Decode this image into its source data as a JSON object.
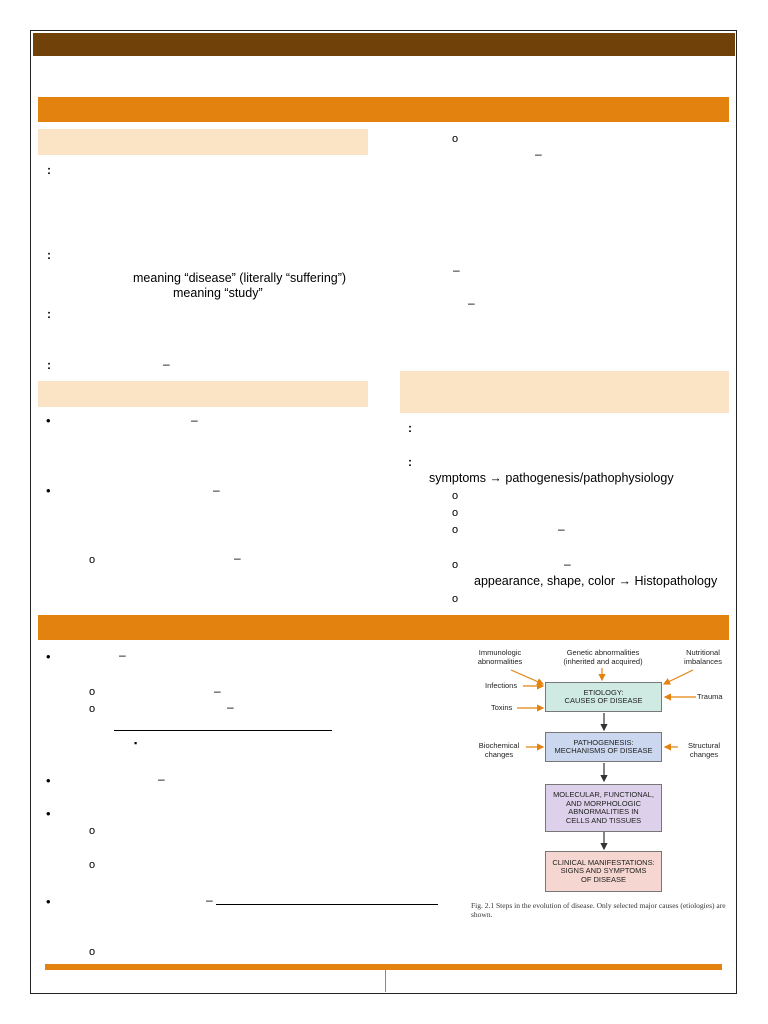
{
  "colors": {
    "top_bar": "#70420a",
    "section_bar": "#e3820f",
    "sub_bar": "#fbe3c6",
    "arrow": "#e3820f"
  },
  "icons": {
    "bullet": "bullet-dot",
    "sub_bullet": "ring",
    "sub_sub_bullet": "square"
  },
  "glyphs": {
    "colon": ":",
    "bullet": "•",
    "ring": "o",
    "square": "▪",
    "dash": "–"
  },
  "left_col": {
    "meaning_disease": "meaning “disease” (literally “suffering”)",
    "meaning_study": "meaning “study”"
  },
  "right_col": {
    "symptoms_line": "symptoms → pathogenesis/pathophysiology",
    "appearance_line": "appearance, shape, color → Histopathology"
  },
  "figure": {
    "labels": {
      "immunologic": "Immunologic\nabnormalities",
      "genetic": "Genetic abnormalities\n(inherited and acquired)",
      "nutritional": "Nutritional\nimbalances",
      "infections": "Infections",
      "toxins": "Toxins",
      "trauma": "Trauma",
      "biochemical": "Biochemical\nchanges",
      "structural": "Structural\nchanges"
    },
    "boxes": {
      "etiology": "ETIOLOGY:\nCAUSES OF DISEASE",
      "pathogenesis": "PATHOGENESIS:\nMECHANISMS OF DISEASE",
      "molecular": "MOLECULAR, FUNCTIONAL,\nAND MORPHOLOGIC\nABNORMALITIES IN\nCELLS AND TISSUES",
      "clinical": "CLINICAL MANIFESTATIONS:\nSIGNS AND SYMPTOMS\nOF DISEASE"
    },
    "caption": "Fig. 2.1  Steps in the evolution of disease. Only selected major causes (etiologies) are shown."
  }
}
